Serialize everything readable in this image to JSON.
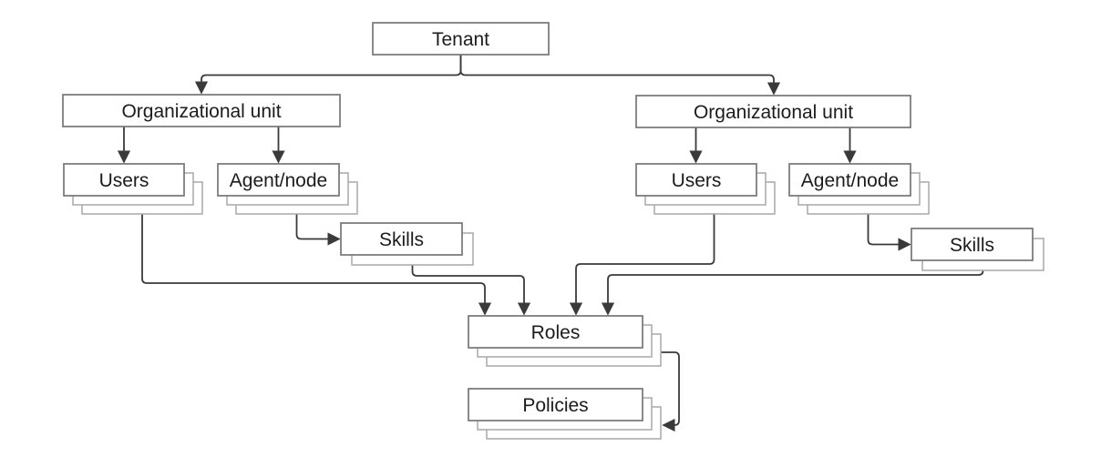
{
  "diagram": {
    "type": "hierarchy",
    "background": "#ffffff",
    "colors": {
      "box_fill": "#ffffff",
      "box_border": "#767676",
      "stack_border": "#a9a9a9",
      "connector": "#3a3a3a",
      "text": "#1c1c1c"
    },
    "nodes": {
      "tenant": {
        "label": "Tenant",
        "stacked": false
      },
      "org_left": {
        "label": "Organizational unit",
        "stacked": false
      },
      "org_right": {
        "label": "Organizational unit",
        "stacked": false
      },
      "users_left": {
        "label": "Users",
        "stacked": true
      },
      "agent_left": {
        "label": "Agent/node",
        "stacked": true
      },
      "users_right": {
        "label": "Users",
        "stacked": true
      },
      "agent_right": {
        "label": "Agent/node",
        "stacked": true
      },
      "skills_left": {
        "label": "Skills",
        "stacked": true
      },
      "skills_right": {
        "label": "Skills",
        "stacked": true
      },
      "roles": {
        "label": "Roles",
        "stacked": true
      },
      "policies": {
        "label": "Policies",
        "stacked": true
      }
    },
    "edges": [
      {
        "from": "tenant",
        "to": "org_left"
      },
      {
        "from": "tenant",
        "to": "org_right"
      },
      {
        "from": "org_left",
        "to": "users_left"
      },
      {
        "from": "org_left",
        "to": "agent_left"
      },
      {
        "from": "org_right",
        "to": "users_right"
      },
      {
        "from": "org_right",
        "to": "agent_right"
      },
      {
        "from": "agent_left",
        "to": "skills_left"
      },
      {
        "from": "agent_right",
        "to": "skills_right"
      },
      {
        "from": "users_left",
        "to": "roles"
      },
      {
        "from": "skills_left",
        "to": "roles"
      },
      {
        "from": "users_right",
        "to": "roles"
      },
      {
        "from": "skills_right",
        "to": "roles"
      },
      {
        "from": "roles",
        "to": "policies"
      }
    ]
  }
}
